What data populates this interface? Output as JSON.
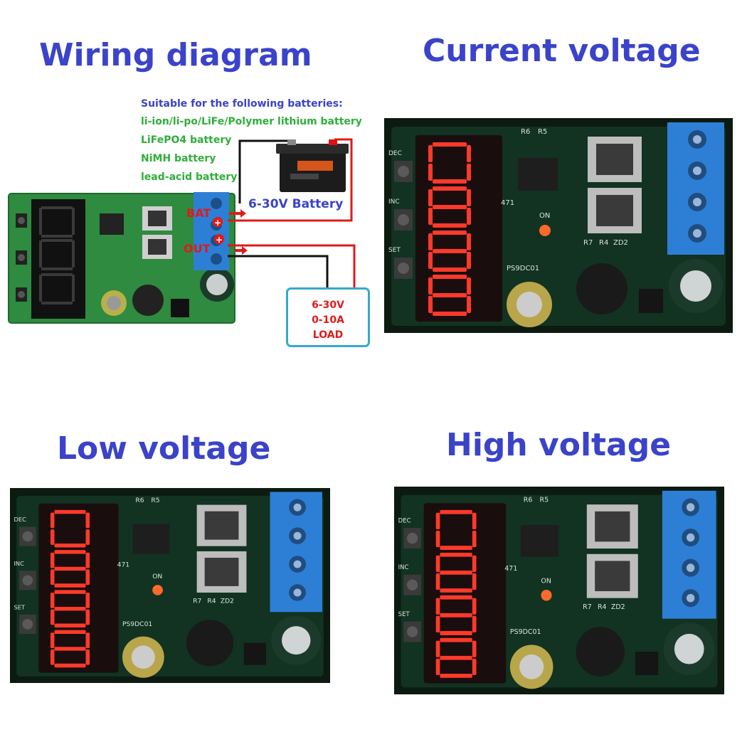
{
  "headings": {
    "wiring": "Wiring diagram",
    "current": "Current voltage",
    "low": "Low voltage",
    "high": "High voltage"
  },
  "batteries": {
    "title": "Suitable for the following batteries:",
    "items": [
      "li-ion/li-po/LiFe/Polymer lithium battery",
      "LiFePO4 battery",
      "NiMH battery",
      "lead-acid battery"
    ]
  },
  "battery_label": "6-30V Battery",
  "terminals": {
    "bat": "BAT",
    "out": "OUT"
  },
  "load": {
    "line1": "6-30V",
    "line2": "0-10A",
    "line3": "LOAD"
  },
  "board": {
    "model": "PS9DC01",
    "r6": "R6",
    "r5": "R5",
    "r7": "R7",
    "r4": "R4",
    "zd2": "ZD2",
    "on": "ON",
    "n471": "471",
    "dec": "DEC",
    "inc": "INC",
    "set": "SET"
  },
  "colors": {
    "heading": "#3a43c9",
    "battery_title": "#3a43c9",
    "battery_items": "#2fae3a",
    "red_label": "#e01a1a",
    "load_border": "#35a9c9",
    "led_red": "#ff3a2a",
    "terminal_blue": "#2d7fd6",
    "pcb_green": "#2e8b3f"
  }
}
